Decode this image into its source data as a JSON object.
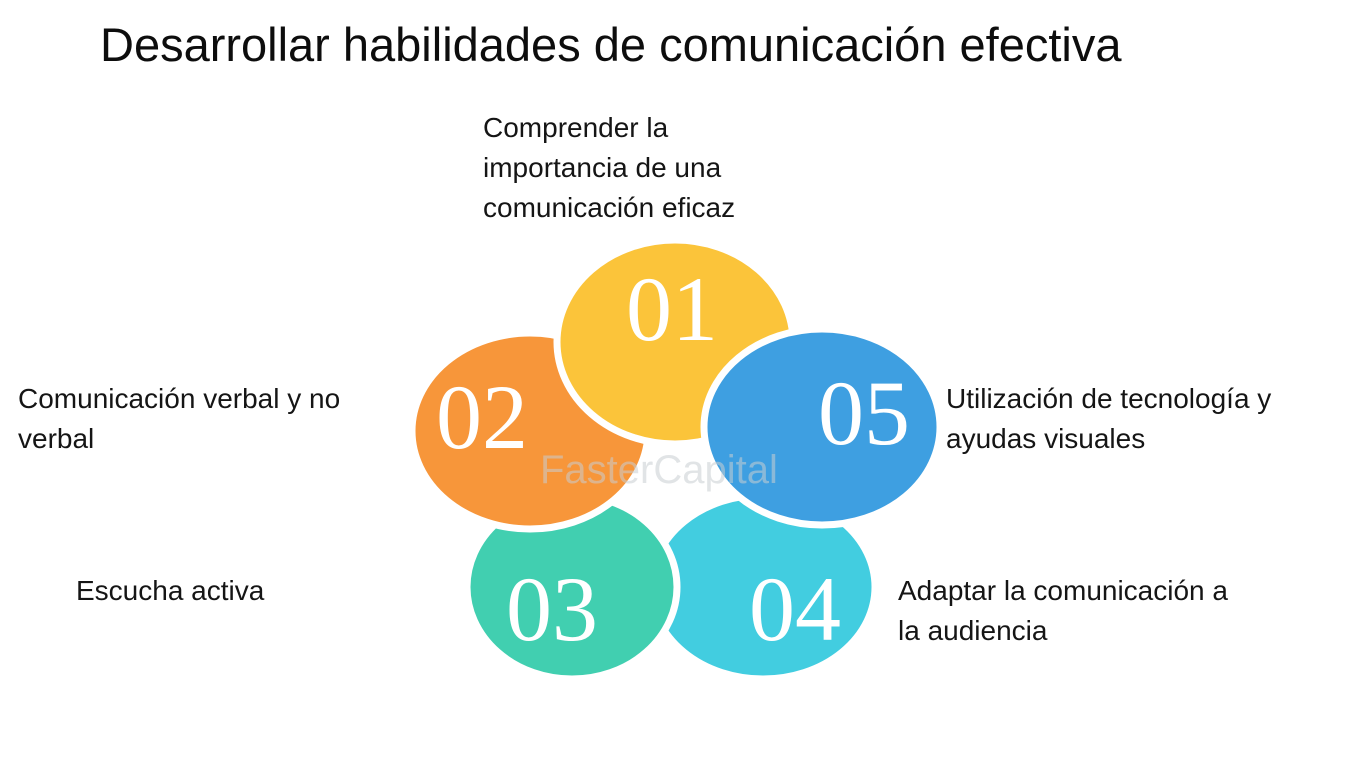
{
  "title": "Desarrollar habilidades de comunicación efectiva",
  "watermark": "FasterCapital",
  "items": [
    {
      "number": "01",
      "color": "#FBC43A",
      "lines": [
        "Comprender la",
        "importancia de una",
        "comunicación eficaz"
      ]
    },
    {
      "number": "02",
      "color": "#F7963A",
      "lines": [
        "Comunicación verbal y no",
        "verbal"
      ]
    },
    {
      "number": "03",
      "color": "#41CFB0",
      "lines": [
        "Escucha activa"
      ]
    },
    {
      "number": "04",
      "color": "#42CDE0",
      "lines": [
        "Adaptar la comunicación a",
        "la audiencia"
      ]
    },
    {
      "number": "05",
      "color": "#3E9FE1",
      "lines": [
        "Utilización de tecnología y",
        "ayudas visuales"
      ]
    }
  ]
}
